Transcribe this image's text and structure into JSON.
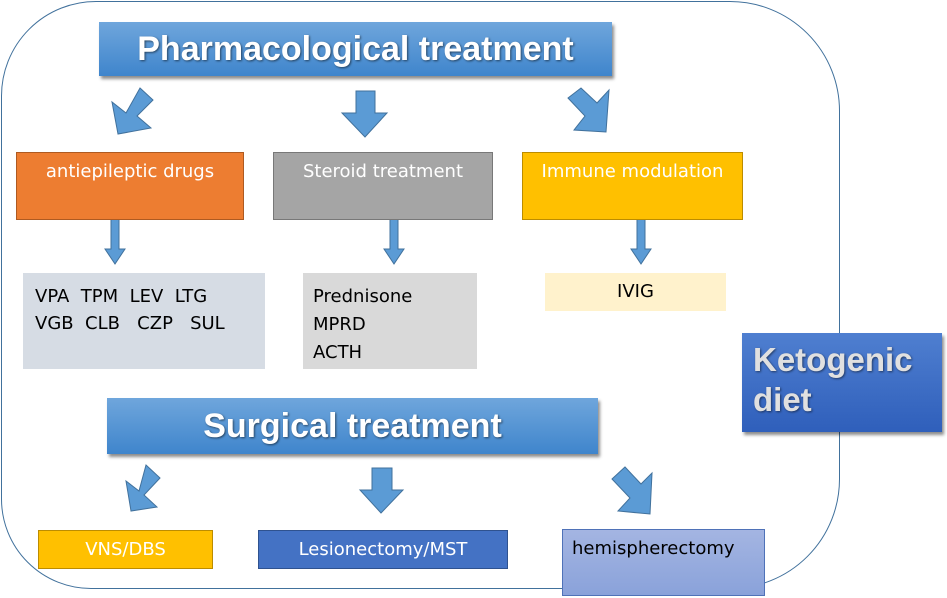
{
  "diagram": {
    "pharmacological": {
      "title": "Pharmacological treatment",
      "categories": [
        {
          "label": "antiepileptic drugs",
          "color": "#ed7d31",
          "items": [
            "VPA  TPM  LEV  LTG",
            "VGB  CLB   CZP   SUL"
          ]
        },
        {
          "label": "Steroid treatment",
          "color": "#a5a5a5",
          "items": [
            "Prednisone",
            "MPRD",
            "ACTH"
          ]
        },
        {
          "label": "Immune modulation",
          "color": "#ffc000",
          "items": [
            "IVIG"
          ]
        }
      ]
    },
    "surgical": {
      "title": "Surgical treatment",
      "options": [
        {
          "label": "VNS/DBS",
          "color": "#ffc000"
        },
        {
          "label": "Lesionectomy/MST",
          "color": "#4472c4"
        },
        {
          "label": "hemispherectomy",
          "color": "#8ea9db"
        }
      ]
    },
    "ketogenic": {
      "line1": "Ketogenic",
      "line2": "diet"
    },
    "colors": {
      "banner": "#5b9bd5",
      "arrow": "#5b9bd5",
      "outline": "#41719c"
    }
  }
}
